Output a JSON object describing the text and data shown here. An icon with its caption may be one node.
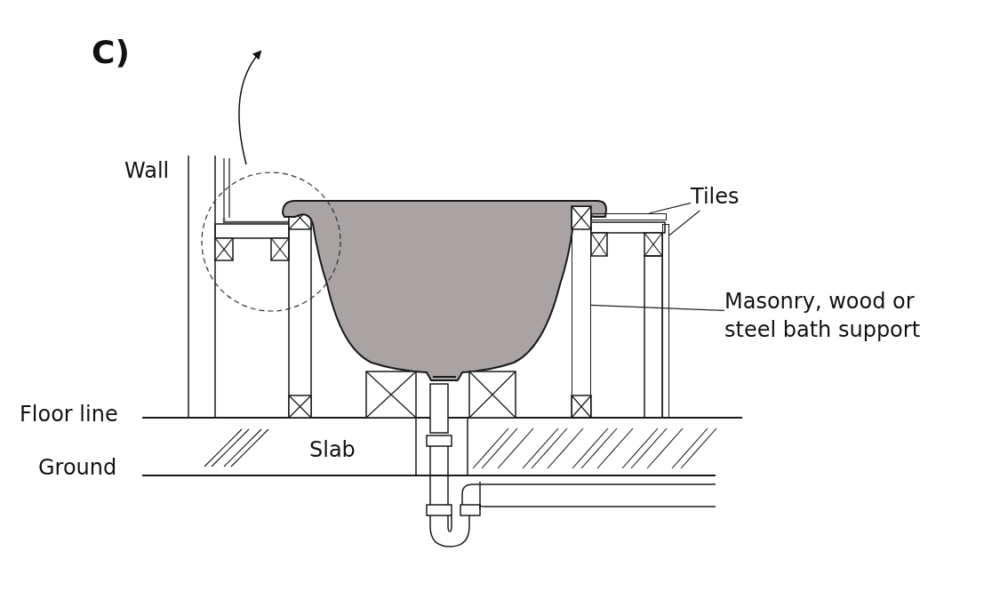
{
  "diagram": {
    "nodes": [
      {
        "text": [
          "Tiles"
        ]
      },
      {
        "text": [],
        "shape": "bar"
      },
      {
        "text": [],
        "shape": "bar"
      },
      {
        "text": [
          "Masonry, wood or steel bath support"
        ]
      },
      {
        "text": [],
        "shape": "bar"
      }
    ],
    "edges": [
      {
        "from": 0,
        "to": 1,
        "arrow": "none"
      },
      {
        "from": 0,
        "to": 2,
        "arrow": "none"
      },
      {
        "from": 3,
        "to": 4,
        "arrow": "none"
      }
    ],
    "labels": [
      "C)",
      "Wall",
      "Floor line",
      "Slab",
      "Ground"
    ]
  }
}
